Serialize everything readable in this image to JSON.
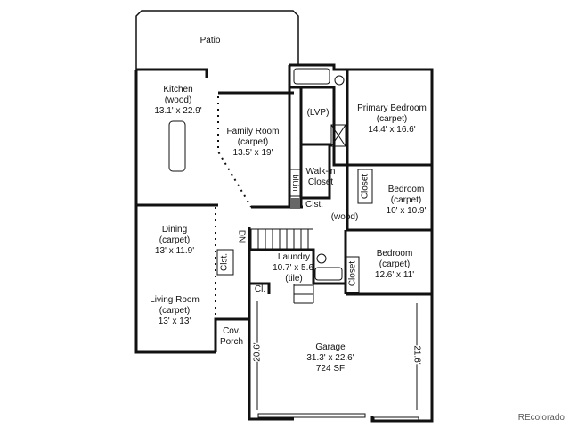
{
  "rooms": {
    "patio": {
      "name": "Patio"
    },
    "kitchen": {
      "name": "Kitchen",
      "floor": "(wood)",
      "size": "13.1' x 22.9'"
    },
    "family_room": {
      "name": "Family Room",
      "floor": "(carpet)",
      "size": "13.5' x 19'"
    },
    "primary_bath": {
      "floor": "(LVP)"
    },
    "primary_bedroom": {
      "name": "Primary Bedroom",
      "floor": "(carpet)",
      "size": "14.4' x 16.6'"
    },
    "walk_in_closet": {
      "line1": "Walk-in",
      "line2": "Closet"
    },
    "built_in": {
      "name": "blt.in"
    },
    "hall_closet": {
      "name": "Clst."
    },
    "bedroom2_closet": {
      "name": "Closet"
    },
    "bedroom2": {
      "name": "Bedroom",
      "floor": "(carpet)",
      "size": "10' x 10.9'"
    },
    "hall": {
      "floor": "(wood)"
    },
    "stairs": {
      "label": "DN"
    },
    "dining": {
      "name": "Dining",
      "floor": "(carpet)",
      "size": "13' x 11.9'"
    },
    "dining_closet": {
      "name": "Clst."
    },
    "laundry": {
      "name": "Laundry",
      "size": "10.7' x 5.6'",
      "floor": "(tile)"
    },
    "laundry_closet": {
      "name": "Cl."
    },
    "bedroom3_closet": {
      "name": "Closet"
    },
    "bedroom3": {
      "name": "Bedroom",
      "floor": "(carpet)",
      "size": "12.6' x 11'"
    },
    "living_room": {
      "name": "Living Room",
      "floor": "(carpet)",
      "size": "13' x 13'"
    },
    "covered_porch": {
      "line1": "Cov.",
      "line2": "Porch"
    },
    "garage": {
      "name": "Garage",
      "size": "31.3' x 22.6'",
      "area": "724 SF",
      "dim_left": "20.6'",
      "dim_right": "21.6'"
    }
  },
  "branding": {
    "text": "REcolorado"
  }
}
